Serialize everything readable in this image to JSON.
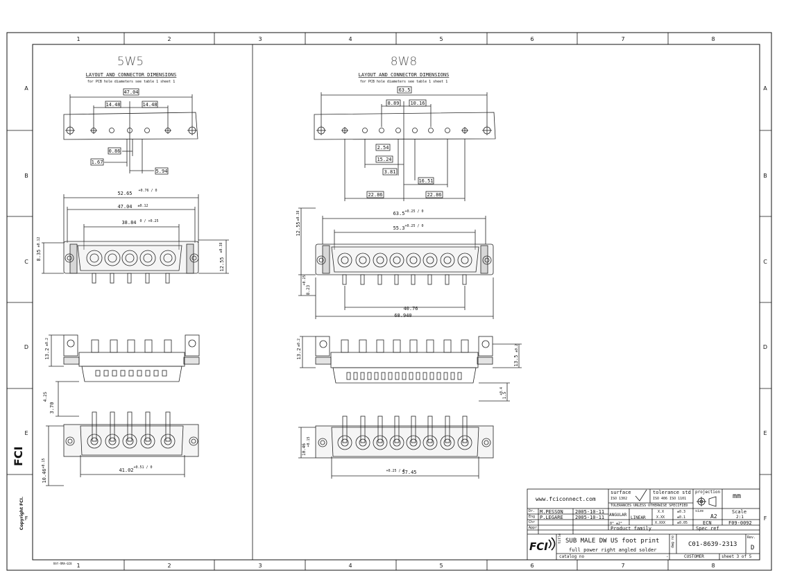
{
  "grid": {
    "columns": [
      "1",
      "2",
      "3",
      "4",
      "5",
      "6",
      "7",
      "8"
    ],
    "rows": [
      "A",
      "B",
      "C",
      "D",
      "E",
      "F"
    ]
  },
  "left_view": {
    "title": "5W5",
    "subtitle": "LAYOUT AND CONNECTOR DIMENSIONS",
    "note": "for PCB hole diameters see table 1 sheet 1",
    "dims": {
      "overall_pitch": "47.04",
      "pitch_left": "14.48",
      "pitch_right": "14.48",
      "d_086": "0.86",
      "d_167": "1.67",
      "d_594": "5.94",
      "width_total": "52.65",
      "width_total_tol": "+0.76 / 0",
      "width_mid": "47.04",
      "width_mid_tol": "±0.12",
      "width_inner": "38.84",
      "width_inner_tol": "0 / +0.25",
      "h_835": "8.35",
      "h_835_tol": "±0.12",
      "h_1255": "12.55",
      "h_1255_tol": "±0.38",
      "h_132": "13.2",
      "h_132_tol": "±0.2",
      "v_425": "4.25",
      "v_370": "3.70",
      "v_1046": "10.46",
      "v_1046_tol": "+0.15",
      "bottom_width": "41.02",
      "bottom_width_tol": "+0.51 / 0"
    }
  },
  "right_view": {
    "title": "8W8",
    "subtitle": "LAYOUT AND CONNECTOR DIMENSIONS",
    "note": "for PCB hole diameters see table 1 sheet 1",
    "dims": {
      "overall_pitch": "63.5",
      "d_889": "8.89",
      "d_1016": "10.16",
      "d_254": "2.54",
      "d_1524": "15.24",
      "d_381": "3.81",
      "d_1651": "16.51",
      "d_2286a": "22.86",
      "d_2286b": "22.86",
      "width_total": "63.5",
      "width_total_tol": "+0.25 / 0",
      "width_inner": "55.3",
      "width_inner_tol": "+0.25 / 0",
      "width_4076": "40.76",
      "width_6894": "68.940",
      "h_1255": "12.55",
      "h_1255_tol": "±0.38",
      "h_823": "8.23",
      "h_823_tol": "+0.25",
      "h_132": "13.2",
      "h_132_tol": "±0.2",
      "h_135": "13.5",
      "h_135_tol": "±0.2",
      "v_15": "1.5",
      "v_15_tol": "+0.4",
      "v_1046": "10.46",
      "v_1046_tol": "+0.15",
      "bottom_width": "57.45",
      "bottom_width_tol": "+0.25 / 0"
    }
  },
  "title_block": {
    "website": "www.fciconnect.com",
    "surface_label": "surface",
    "surface_std": "ISO 1302",
    "tolerance_label": "tolerance std",
    "tolerance_std": "ISO 406   ISO 1101",
    "projection_label": "projection",
    "unit": "mm",
    "tolerances_note": "TOLERANCES UNLESS OTHERWISE SPECIFIED",
    "dr_label": "Dr.",
    "dr_name": "M.PESSON",
    "dr_date": "2005-10-11",
    "eng_label": "Eng",
    "eng_name": "P.LEGARE",
    "eng_date": "2005-10-11",
    "chr_label": "Chr",
    "appr_label": "Appr",
    "angular_label": "ANGULAR",
    "linear_label": "LINEAR",
    "angular_tol": "0°  ±2°",
    "tol_x": "X.X",
    "tol_x_val": "±0.3",
    "tol_xx": "X.XX",
    "tol_xx_val": "±0.1",
    "tol_xxx": "X.XXX",
    "tol_xxx_val": "±0.05",
    "size_label": "size",
    "size": "A2",
    "scale_label": "Scale",
    "scale": "2:1",
    "ecn_label": "ECN",
    "ecn": "F09-0092",
    "product_family_label": "Product family",
    "spec_ref_label": "Spec ref",
    "title_label": "title",
    "title_line1": "SUB  MALE DW  US foot print",
    "title_line2": "full power right angled solder",
    "dwg_label": "dwg no",
    "dwg_no": "C01-8639-2313",
    "rev_label": "Rev.",
    "rev": "D",
    "catalog_label": "catalog no",
    "catalog_val": "-",
    "customer_label": "CUSTOMER",
    "sheet": "sheet 3 of 5",
    "logo": "FCI"
  },
  "side": {
    "copyright": "Copyright FCI.",
    "logo": "FCI"
  },
  "footer_code": "RAY-RMA-028"
}
